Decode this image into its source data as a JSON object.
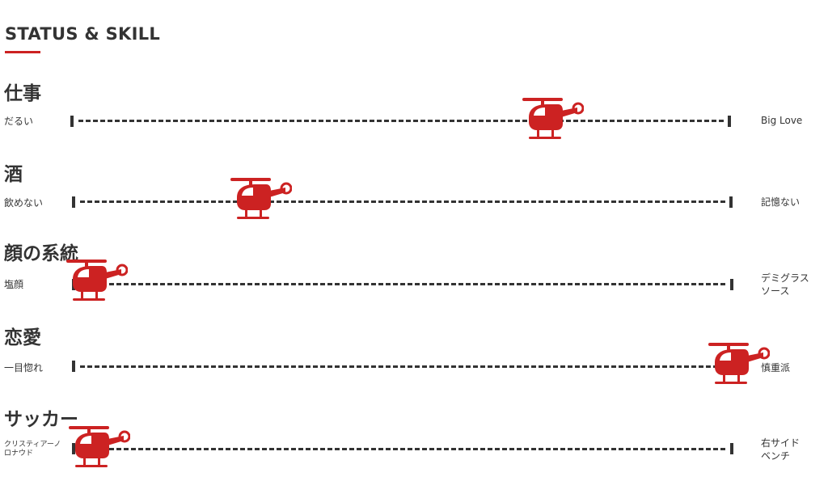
{
  "header": {
    "title": "STATUS & SKILL"
  },
  "colors": {
    "accent": "#cc2222",
    "text": "#333333",
    "track": "#333333"
  },
  "skills": [
    {
      "title": "仕事",
      "left_label": "だるい",
      "right_label": "Big Love",
      "level": 0.7
    },
    {
      "title": "酒",
      "left_label": "飲めない",
      "right_label": "記憶ない",
      "level": 0.25
    },
    {
      "title": "顔の系統",
      "left_label": "塩顔",
      "right_label": "デミグラス\nソース",
      "level": 0.0
    },
    {
      "title": "恋愛",
      "left_label": "一目惚れ",
      "right_label": "慎重派",
      "level": 0.97
    },
    {
      "title": "サッカー",
      "left_label": "クリスティアーノ\nロナウド",
      "right_label": "右サイド\nベンチ",
      "level": 0.0
    }
  ],
  "icons": {
    "marker": "helicopter-icon"
  }
}
